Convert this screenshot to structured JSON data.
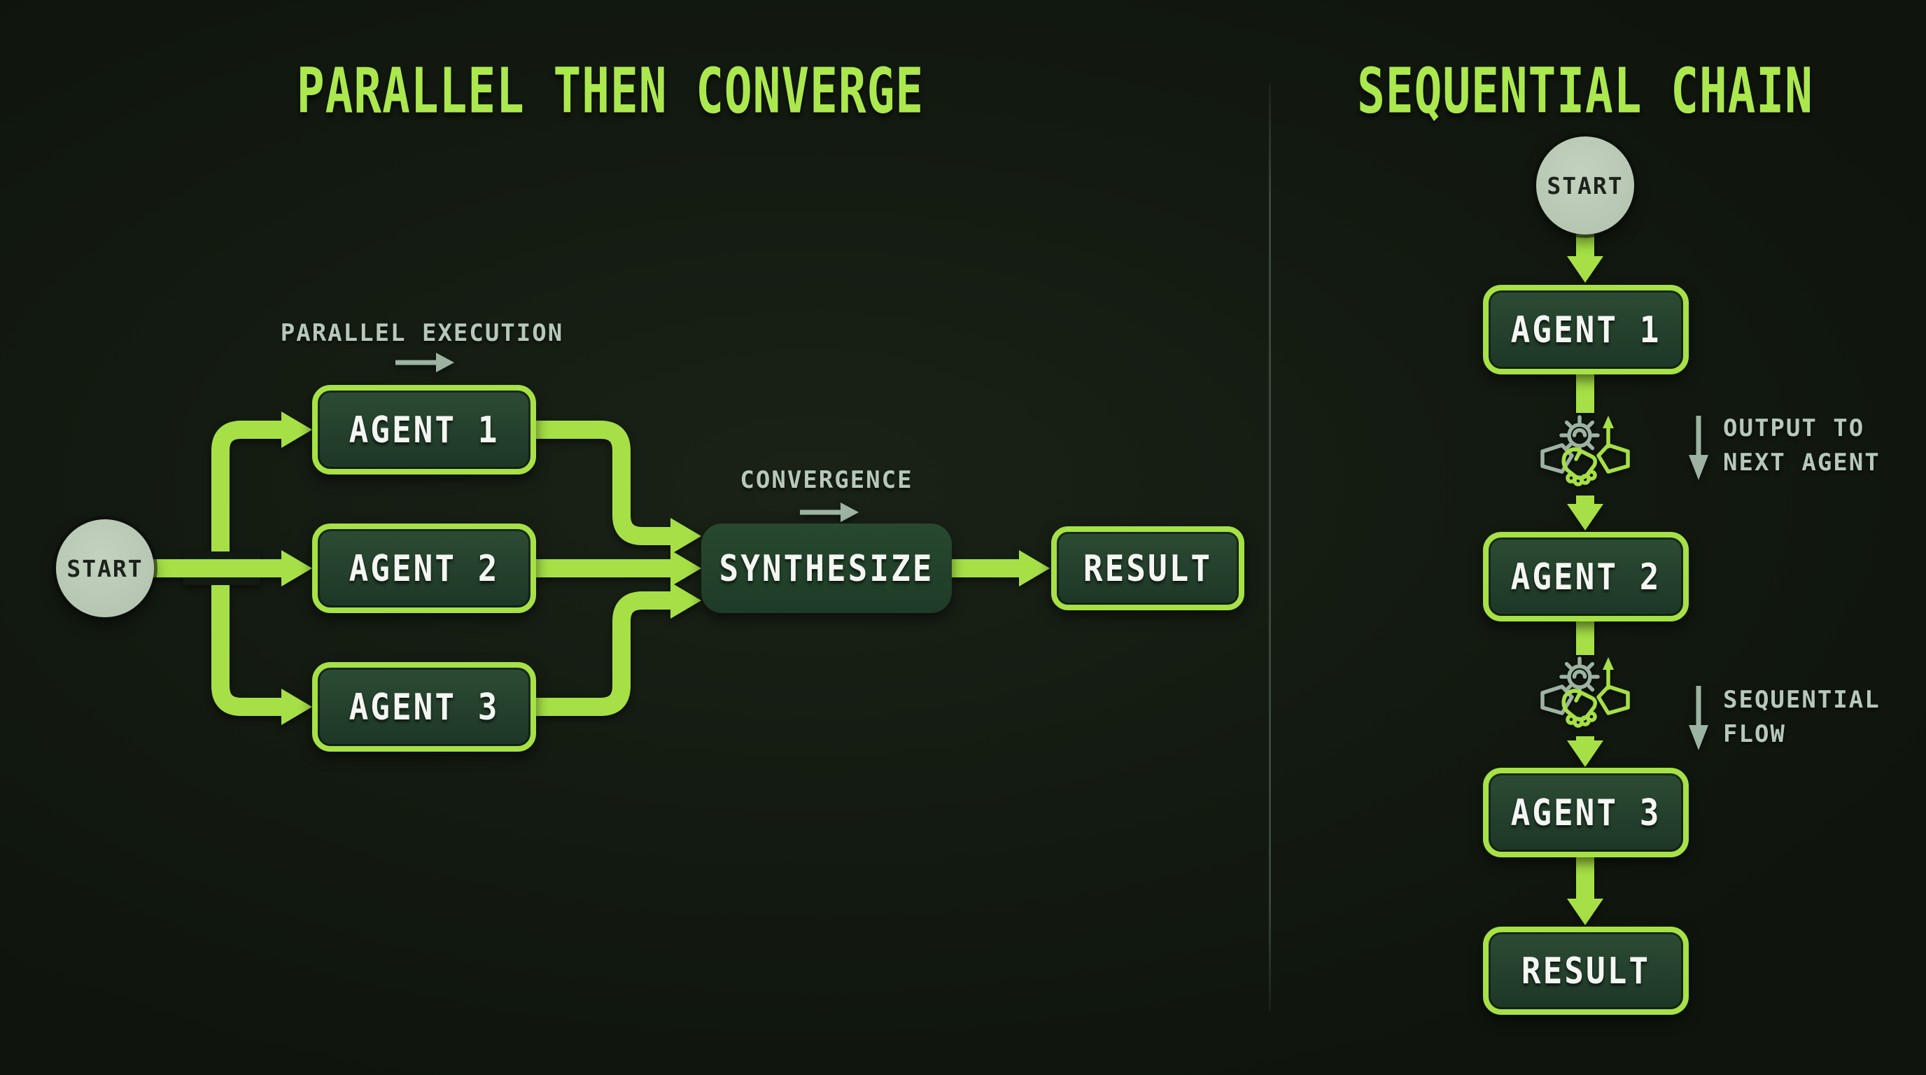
{
  "colors": {
    "bg": "#131a11",
    "green": "#a6e046",
    "title_green": "#abe84e",
    "box_fill_a": "#2c4b34",
    "box_fill_b": "#1d3726",
    "synth_fill_a": "#27492f",
    "synth_fill_b": "#1e3b27",
    "start_fill": "#b7c6b3",
    "start_text": "#1c231b",
    "label_gray": "#b6c8ba",
    "arrow_gray": "#9cb3a2",
    "box_text": "#f4f6f1",
    "divider": "#3a473c",
    "border_green": "#a6e145"
  },
  "left": {
    "title": "PARALLEL THEN CONVERGE",
    "start_label": "START",
    "parallel_label": "PARALLEL EXECUTION",
    "convergence_label": "CONVERGENCE",
    "agents": [
      "AGENT 1",
      "AGENT 2",
      "AGENT 3"
    ],
    "synthesize_label": "SYNTHESIZE",
    "result_label": "RESULT"
  },
  "right": {
    "title": "SEQUENTIAL CHAIN",
    "start_label": "START",
    "agents": [
      "AGENT 1",
      "AGENT 2",
      "AGENT 3"
    ],
    "result_label": "RESULT",
    "connector1_label": "OUTPUT TO\nNEXT AGENT",
    "connector2_label": "SEQUENTIAL\nFLOW"
  }
}
